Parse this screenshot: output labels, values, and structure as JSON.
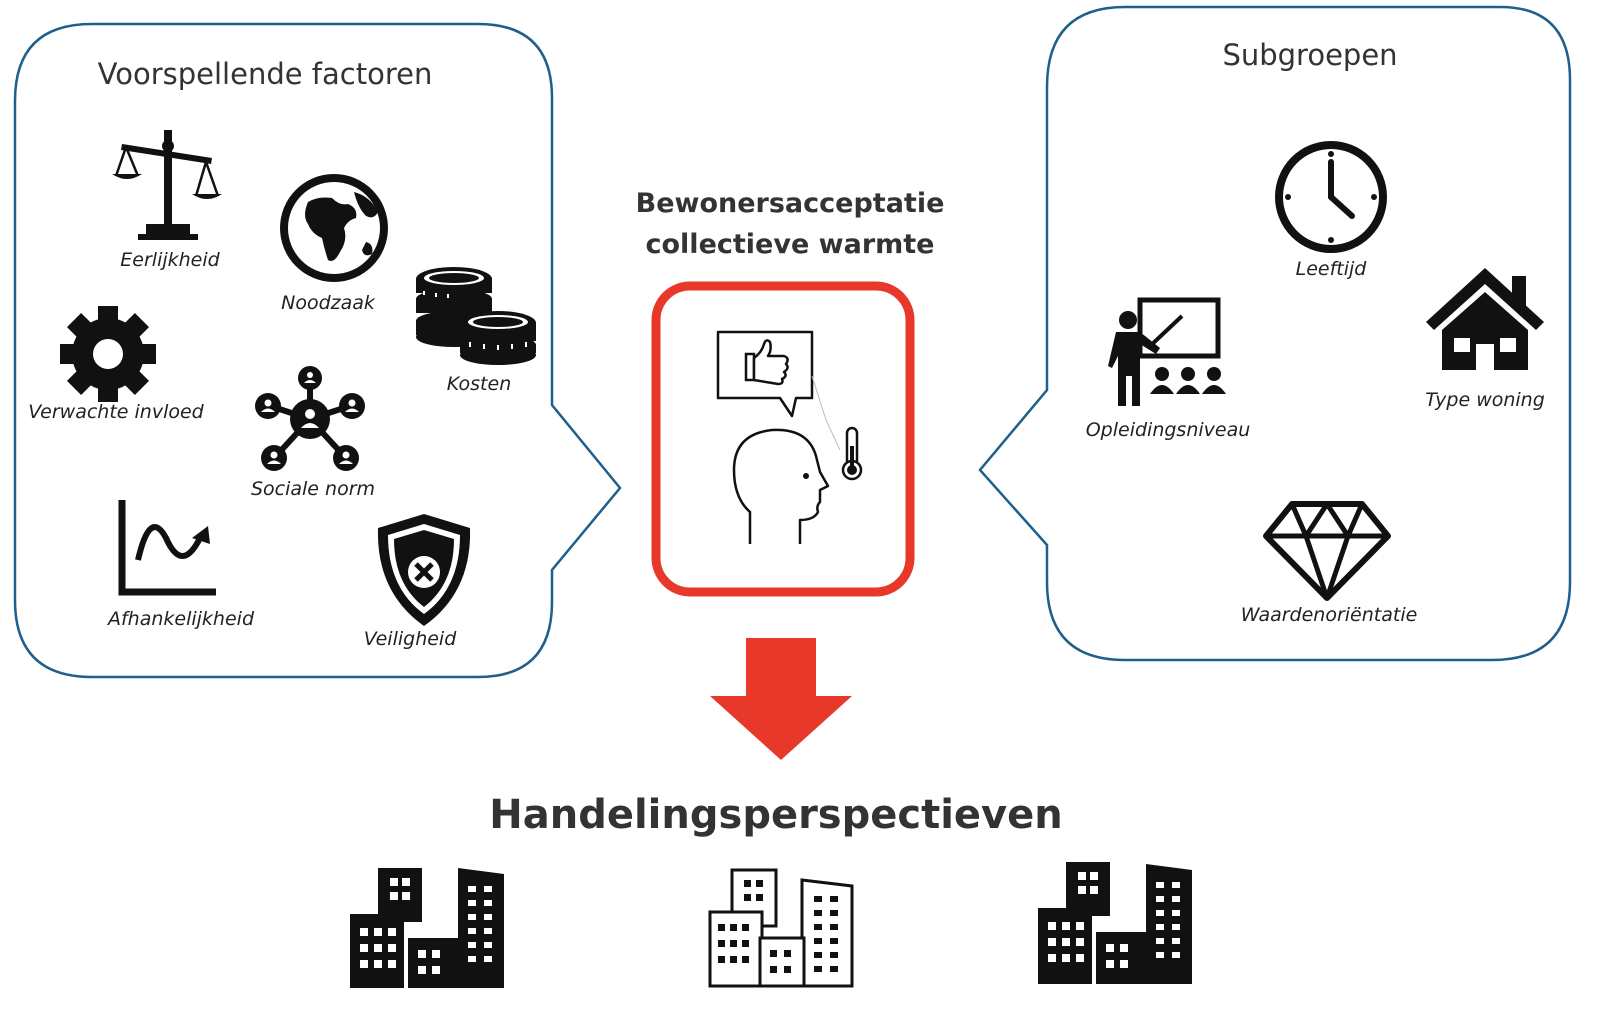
{
  "left_panel": {
    "title": "Voorspellende factoren",
    "factors": [
      {
        "label": "Eerlijkheid",
        "icon": "scales-icon"
      },
      {
        "label": "Noodzaak",
        "icon": "globe-icon"
      },
      {
        "label": "Kosten",
        "icon": "coins-icon"
      },
      {
        "label": "Verwachte invloed",
        "icon": "gear-icon"
      },
      {
        "label": "Sociale norm",
        "icon": "network-icon"
      },
      {
        "label": "Afhankelijkheid",
        "icon": "chart-icon"
      },
      {
        "label": "Veiligheid",
        "icon": "shield-icon"
      }
    ]
  },
  "center": {
    "title_line1": "Bewonersacceptatie",
    "title_line2": "collectieve warmte",
    "icon": "head-thumbs-up-thermometer-icon",
    "frame_color": "#e8382a",
    "arrow_color": "#e8382a"
  },
  "right_panel": {
    "title": "Subgroepen",
    "groups": [
      {
        "label": "Leeftijd",
        "icon": "clock-icon"
      },
      {
        "label": "Type woning",
        "icon": "house-icon"
      },
      {
        "label": "Opleidingsniveau",
        "icon": "teacher-icon"
      },
      {
        "label": "Waardenoriëntatie",
        "icon": "diamond-icon"
      }
    ]
  },
  "bottom": {
    "title": "Handelingsperspectieven",
    "icons": [
      "buildings-icon-solid",
      "buildings-icon-outline",
      "buildings-icon-solid"
    ]
  },
  "colors": {
    "bubble_border": "#1f5f8b",
    "accent_red": "#e8382a",
    "text": "#333333"
  }
}
